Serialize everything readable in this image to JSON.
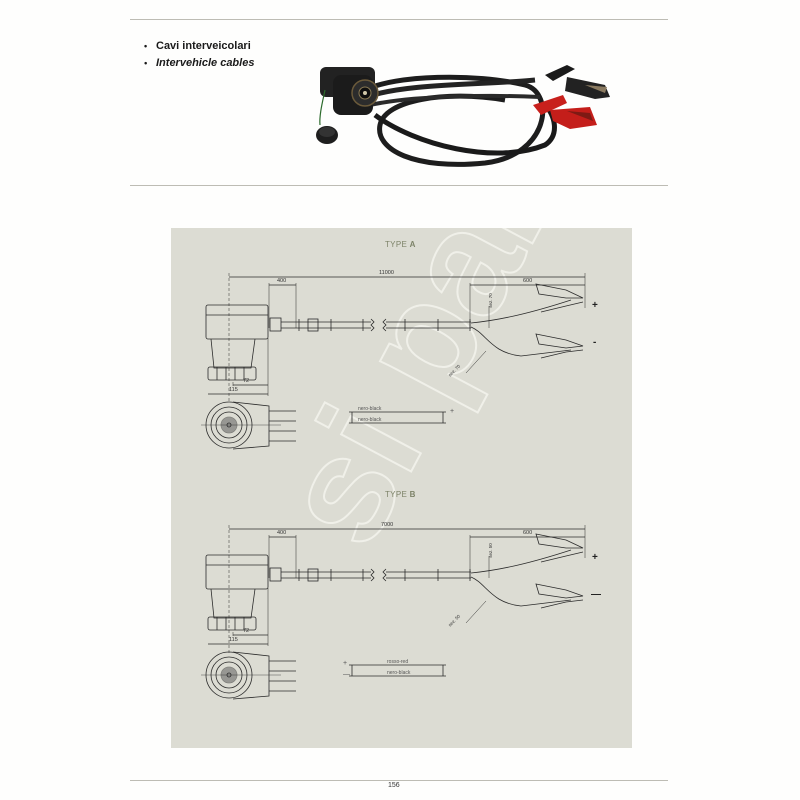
{
  "header": {
    "bullets": [
      {
        "label": "Cavi interveicolari",
        "style": "bold"
      },
      {
        "label": "Intervehicle cables",
        "style": "bold-italic"
      }
    ]
  },
  "product_photo": {
    "description": "Intervehicle cable with socket, cap, and red/black battery clamps",
    "clamp_colors": {
      "positive": "#c8201c",
      "negative": "#1e1e1e"
    }
  },
  "drawing_panel": {
    "background": "#dcdcd3",
    "watermark": "si parts",
    "type_a": {
      "title_prefix": "TYPE",
      "title_letter": "A",
      "dims": {
        "total_length": "11000",
        "socket_offset": "400",
        "clamp_length": "600",
        "socket_72": "72",
        "socket_115": "115",
        "section_pos": "sez. 70",
        "section_neg": "sez. 70",
        "wire_pos": "nero-black",
        "wire_neg": "nero-black"
      },
      "signs": {
        "plus": "+",
        "minus": "-"
      },
      "legend": {
        "top_label": "nero-black",
        "bottom_label": "nero-black",
        "plus": "+",
        "minus": "-"
      }
    },
    "type_b": {
      "title_prefix": "TYPE",
      "title_letter": "B",
      "dims": {
        "total_length": "7000",
        "socket_offset": "400",
        "clamp_length": "600",
        "socket_72": "72",
        "socket_115": "115",
        "section_pos": "sez. 50",
        "section_neg": "sez. 50",
        "wire_pos": "rosso-red",
        "wire_neg": "nero-black"
      },
      "signs": {
        "plus": "+",
        "minus": "—"
      },
      "legend": {
        "top_label": "rosso-red",
        "bottom_label": "nero-black",
        "plus": "+",
        "minus": "—"
      }
    }
  },
  "footer": {
    "page_number": "156"
  }
}
